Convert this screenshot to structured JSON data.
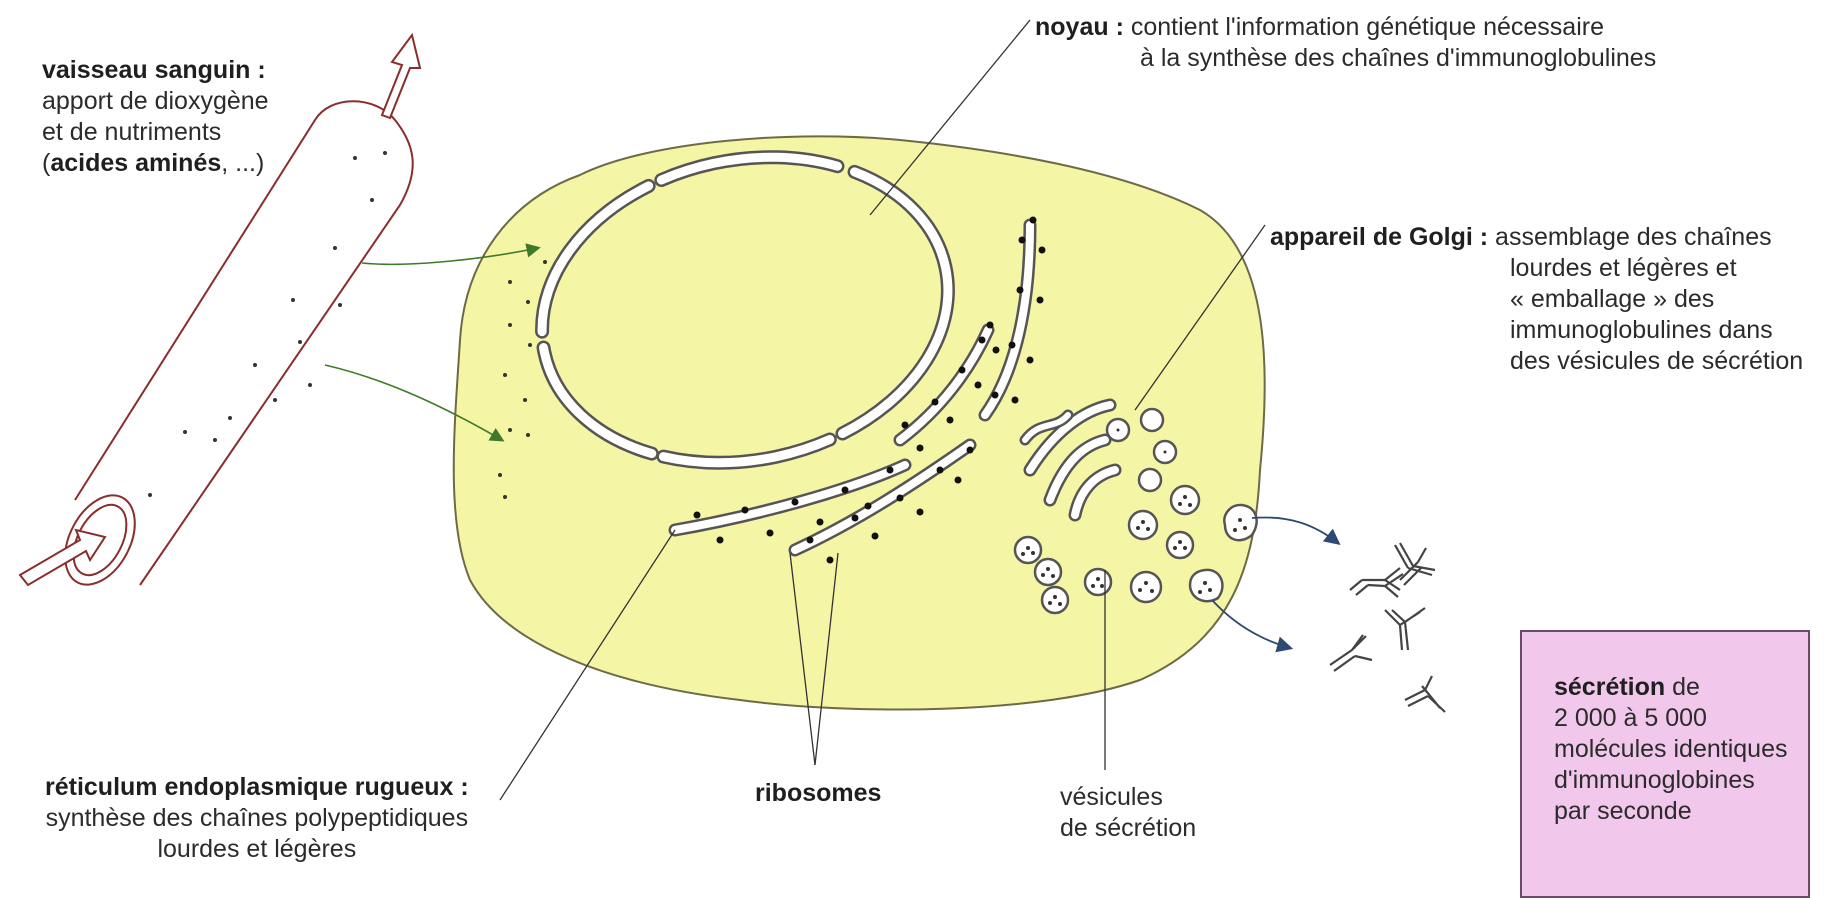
{
  "labels": {
    "vaisseau": {
      "title": "vaisseau sanguin",
      "colon": " :",
      "line1": "apport de dioxygène",
      "line2": "et de nutriments",
      "line3_open": "(",
      "line3_bold": "acides aminés",
      "line3_close": ", ...)"
    },
    "noyau": {
      "title": "noyau :",
      "line1": "contient l'information génétique nécessaire",
      "line2": "à la synthèse des chaînes d'immunoglobulines"
    },
    "golgi": {
      "title": "appareil de Golgi :",
      "line1": "assemblage des chaînes",
      "line2": "lourdes et légères et",
      "line3": "« emballage » des",
      "line4": "immunoglobulines dans",
      "line5": "des vésicules de sécrétion"
    },
    "reticulum": {
      "title": "réticulum endoplasmique rugueux :",
      "line1": "synthèse des chaînes polypeptidiques",
      "line2": "lourdes et légères"
    },
    "ribosomes": {
      "title": "ribosomes"
    },
    "vesicules": {
      "line1": "vésicules",
      "line2": "de sécrétion"
    },
    "secretion": {
      "title": "sécrétion",
      "title_rest": " de",
      "line1": "2 000 à 5 000",
      "line2": "molécules identiques",
      "line3": "d'immunoglobines",
      "line4": "par seconde"
    }
  },
  "colors": {
    "cell_fill": "#f5f5a6",
    "cell_stroke": "#6d6b47",
    "vessel_stroke": "#8a2d2d",
    "arrow_green": "#3f7a2a",
    "arrow_blue": "#2e4a73",
    "box_fill": "#f1c8ec",
    "ribosome": "#111111"
  }
}
